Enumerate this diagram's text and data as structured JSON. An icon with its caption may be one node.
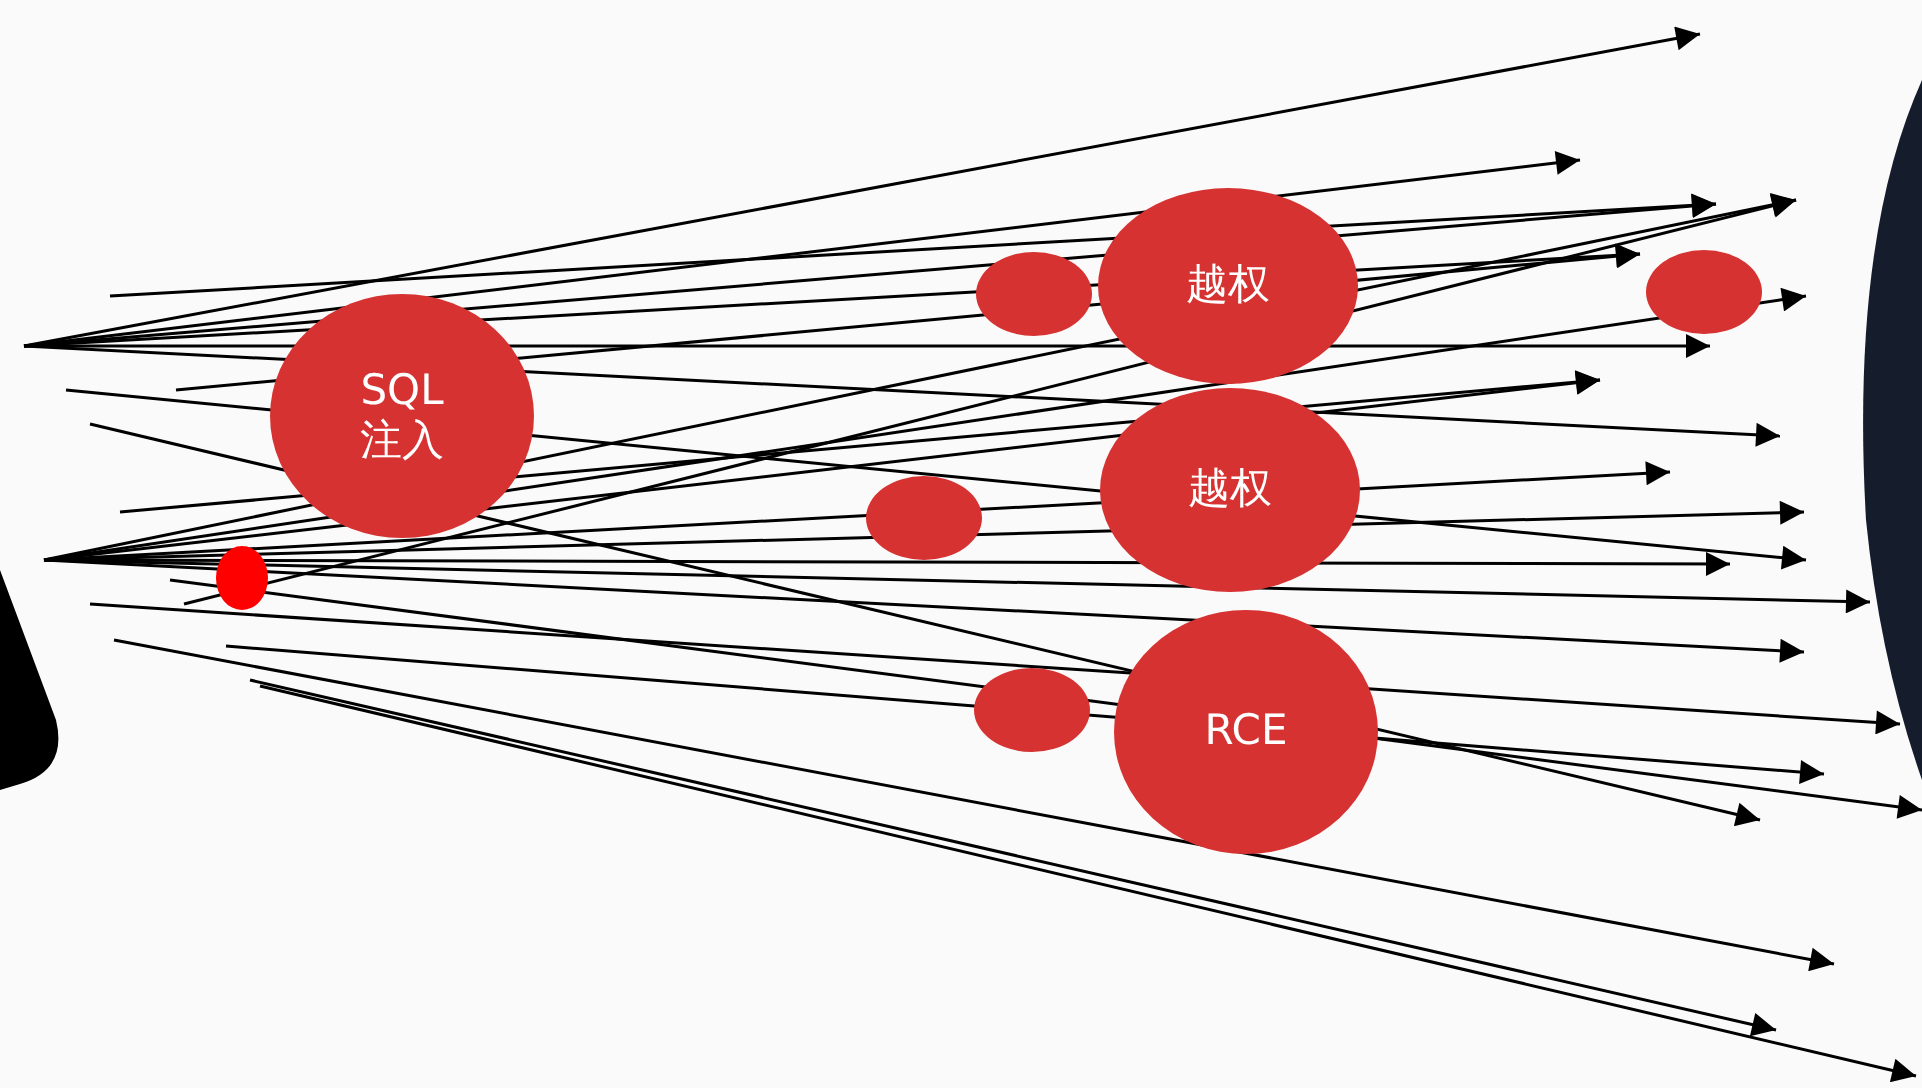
{
  "diagram": {
    "nodes": [
      {
        "text": [
          "SQL注入"
        ]
      },
      {
        "text": [
          "越权"
        ]
      },
      {
        "text": [
          "越权"
        ]
      },
      {
        "text": [
          "RCE"
        ]
      },
      {
        "text": [],
        "shape": "circle"
      },
      {
        "text": [],
        "shape": "circle"
      },
      {
        "text": [],
        "shape": "circle"
      },
      {
        "text": [],
        "shape": "circle"
      },
      {
        "text": [],
        "shape": "circle"
      }
    ]
  }
}
